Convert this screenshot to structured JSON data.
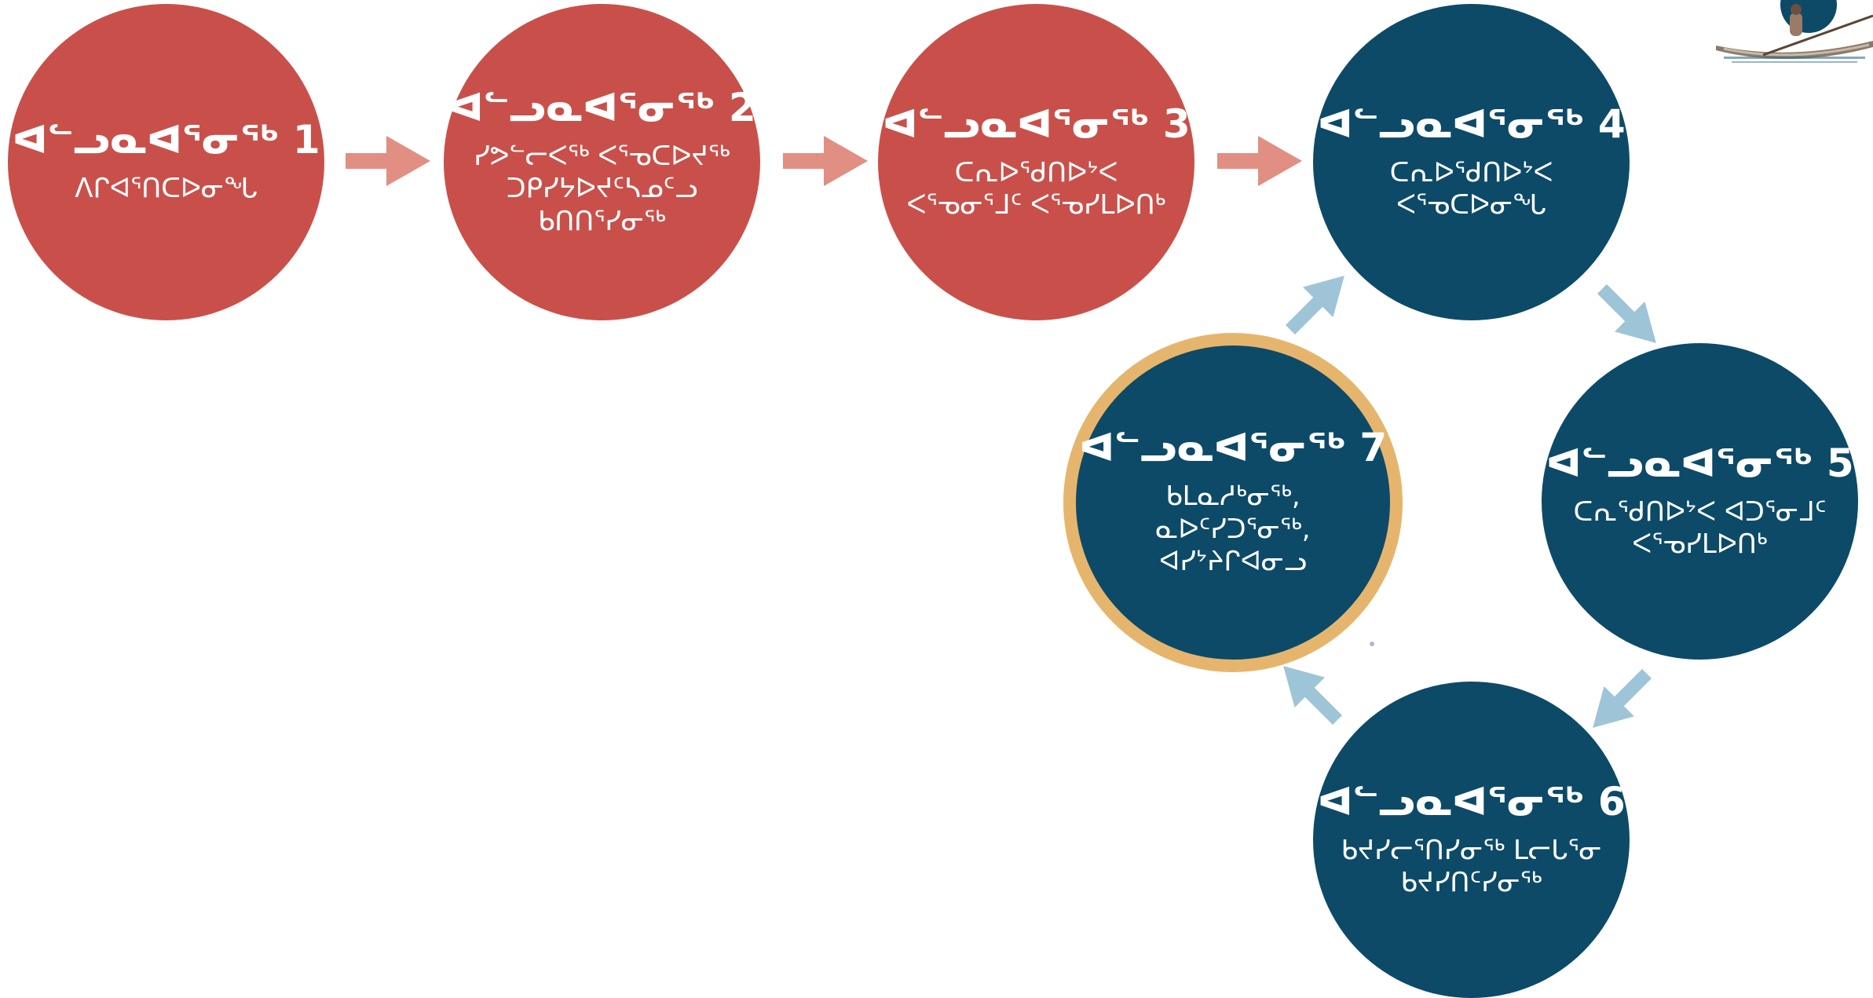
{
  "colors": {
    "red_step": "#c9504a",
    "blue_step": "#0c4a68",
    "gold_ring": "#e6b56d",
    "red_arrow": "#e18f82",
    "blue_arrow": "#9ec4d8"
  },
  "steps": [
    {
      "title": "ᐊᓪᓗᓇᐊᕐᓂᖅ 1",
      "description": "ᐱᒋᐊᕐᑎᑕᐅᓂᖓ"
    },
    {
      "title": "ᐊᓪᓗᓇᐊᕐᓂᖅ 2",
      "description": "ᓯᕗᓪᓕᐸᕐᒃ ᐸᕐᓀᑕᐅᔪᕐᒃ\nᑐᑭᓯᔭᐅᔪᑦᓴᓄᑦᓗ\nᑲᑎᑎᕐᓯᓂᖅ"
    },
    {
      "title": "ᐊᓪᓗᓇᐊᕐᓂᖅ 3",
      "description": "ᑕᕆᐅᕐᑯᑎᐅᔾᐸ\nᐸᕐᓀᓂᕐᒧᑦ ᐸᕐᓀᓯᒪᐅᑎᒃ"
    },
    {
      "title": "ᐊᓪᓗᓇᐊᕐᓂᖅ 4",
      "description": "ᑕᕆᐅᕐᑯᑎᐅᔾᐸ\nᐸᕐᓀᑕᐅᓂᖓ"
    },
    {
      "title": "ᐊᓪᓗᓇᐊᕐᓂᖅ 5",
      "description": "ᑕᕆᕐᑯᑎᐅᔾᐸ ᐊᑐᕐᓂᒧᑦ\nᐸᕐᓀᓯᒪᐅᑎᒃ"
    },
    {
      "title": "ᐊᓪᓗᓇᐊᕐᓂᖅ 6",
      "description": "ᑲᔪᓯᓕᕐᑎᓯᓂᖅ ᒪᓕᒐᕐᓂ\nᑲᔪᓯᑎᑦᓯᓂᖅ"
    },
    {
      "title": "ᐊᓪᓗᓇᐊᕐᓂᖅ 7",
      "description": "ᑲᒪᓇᓱᒃᓂᖅ,\nᓇᐅᑦᓯᑐᕐᓂᖅ,\nᐊᓯᔾᔨᒋᐊᓂᓗ"
    }
  ],
  "logo": {
    "icon": "kayak-logo-icon"
  }
}
